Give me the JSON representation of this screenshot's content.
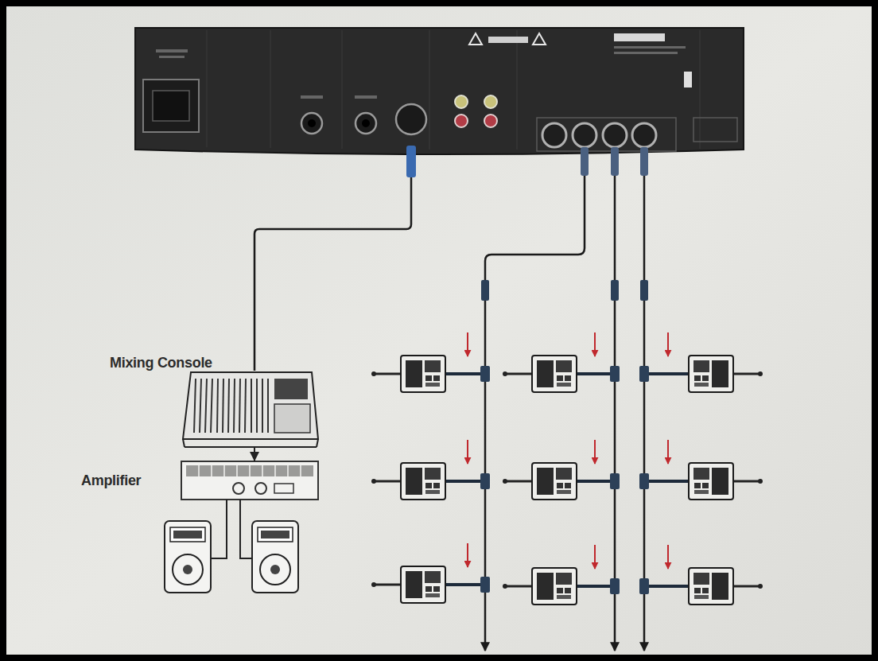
{
  "diagram": {
    "nodes": [
      {
        "text": [
          "Mixing Console"
        ]
      },
      {
        "text": [
          "Amplifier"
        ]
      }
    ],
    "edges": [
      {
        "from": 0,
        "to": 1,
        "arrow": "to"
      }
    ]
  }
}
